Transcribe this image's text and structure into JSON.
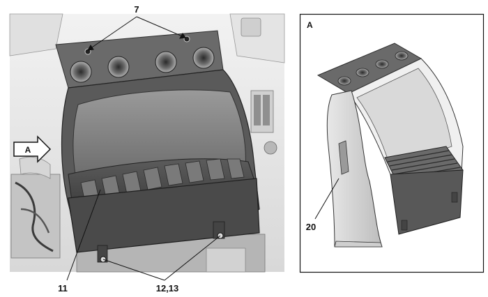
{
  "main_view": {
    "callouts": {
      "vents": "7",
      "duct_assembly": "11",
      "fasteners": "12,13",
      "view_arrow": "A"
    }
  },
  "detail_view": {
    "title": "A",
    "callouts": {
      "side_duct": "20"
    }
  }
}
